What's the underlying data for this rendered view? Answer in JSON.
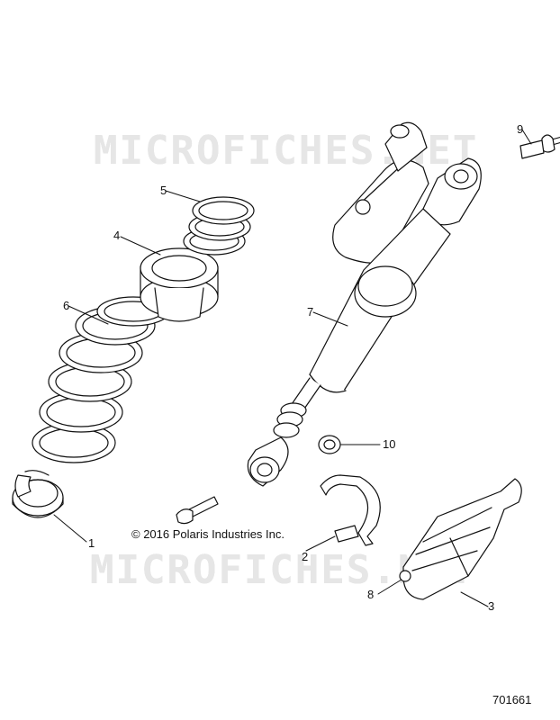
{
  "watermark": "MICROFICHES.NET",
  "copyright": "© 2016 Polaris Industries Inc.",
  "document_number": "701661",
  "callouts": [
    "1",
    "2",
    "3",
    "4",
    "5",
    "6",
    "7",
    "8",
    "9",
    "10"
  ]
}
